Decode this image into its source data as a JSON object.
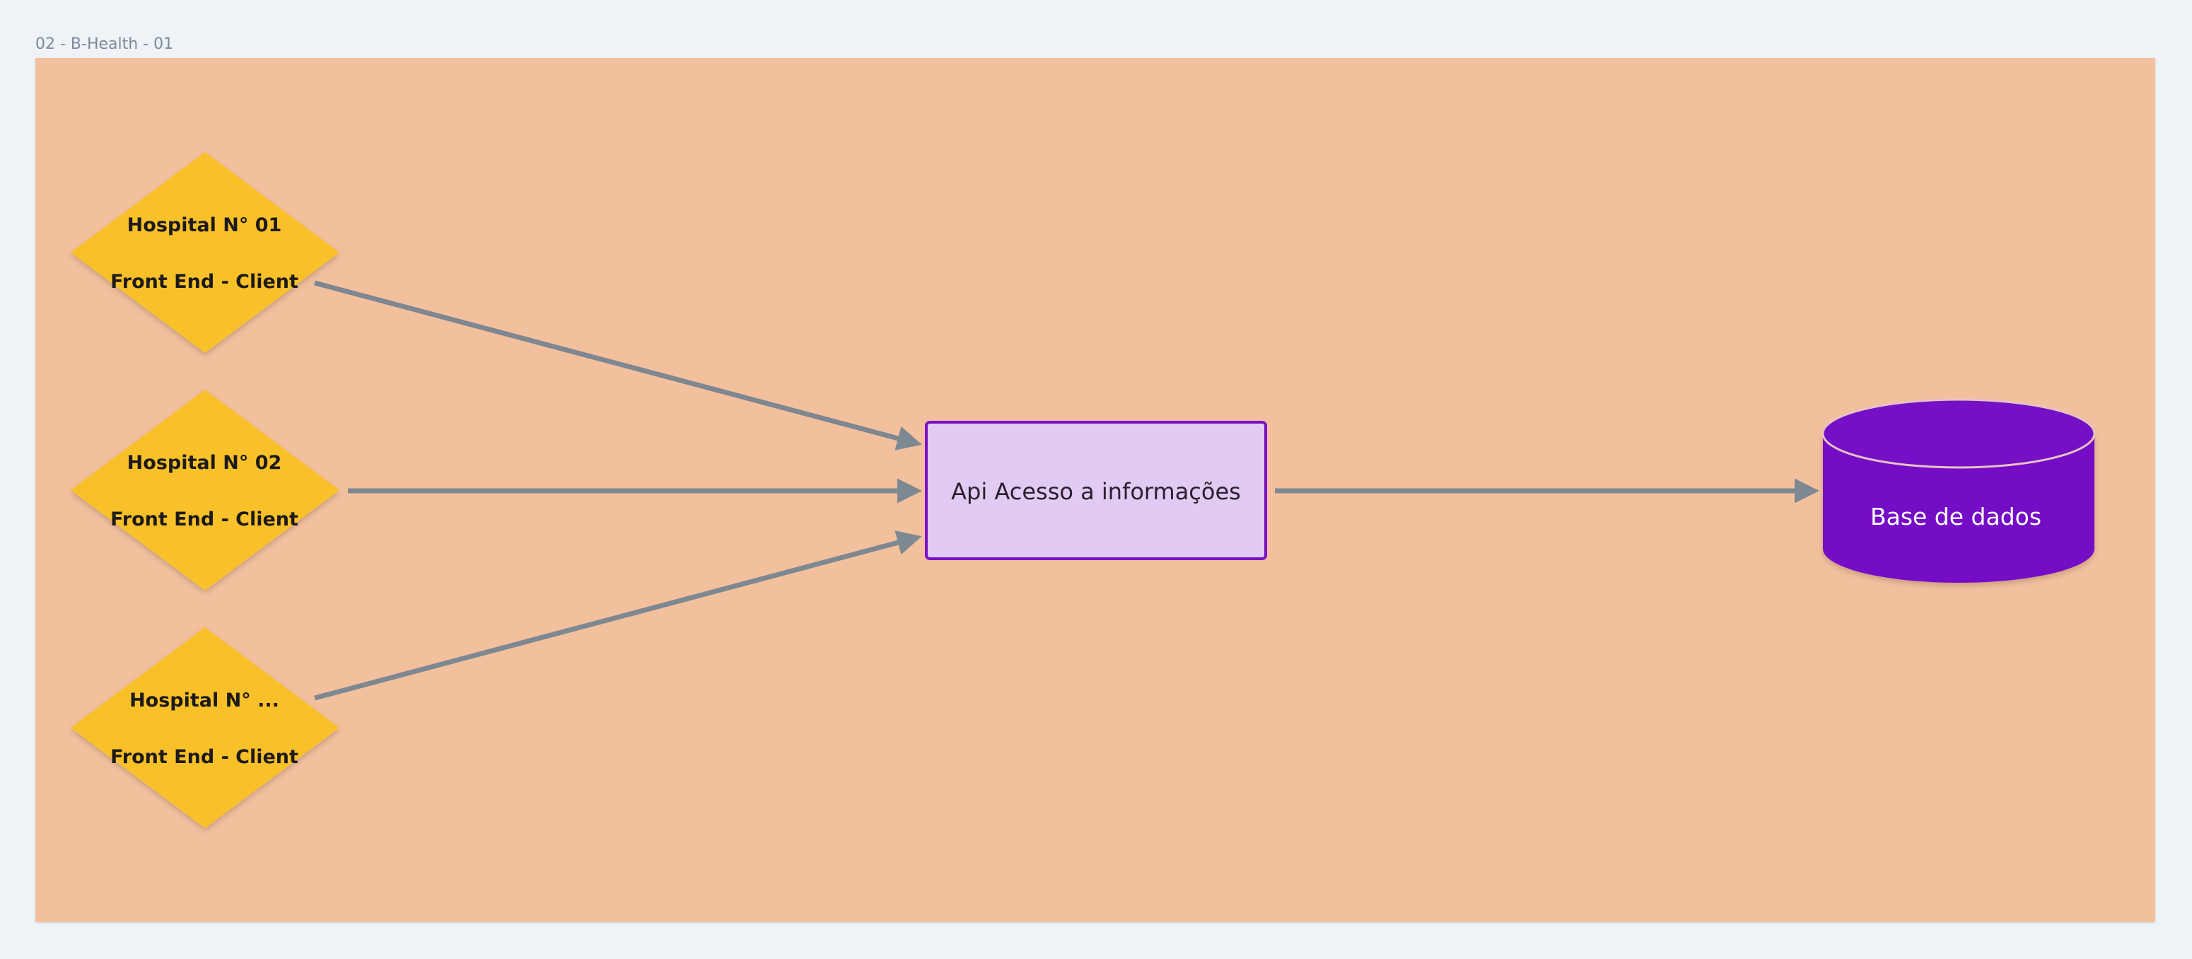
{
  "frame": {
    "title": "02 - B-Health - 01"
  },
  "hospitals": [
    {
      "name": "Hospital N° 01",
      "role": "Front End - Client"
    },
    {
      "name": "Hospital N° 02",
      "role": "Front End - Client"
    },
    {
      "name": "Hospital N° ...",
      "role": "Front End - Client"
    }
  ],
  "api": {
    "label": "Api Acesso a informações"
  },
  "database": {
    "label": "Base de dados"
  },
  "colors": {
    "canvas": "#eef3f8",
    "frame": "#f3c09e",
    "diamond": "#f8c12b",
    "api_fill": "#e2cbf2",
    "api_border": "#7a10c8",
    "db_fill": "#7510c6",
    "arrow": "#7d8890"
  }
}
